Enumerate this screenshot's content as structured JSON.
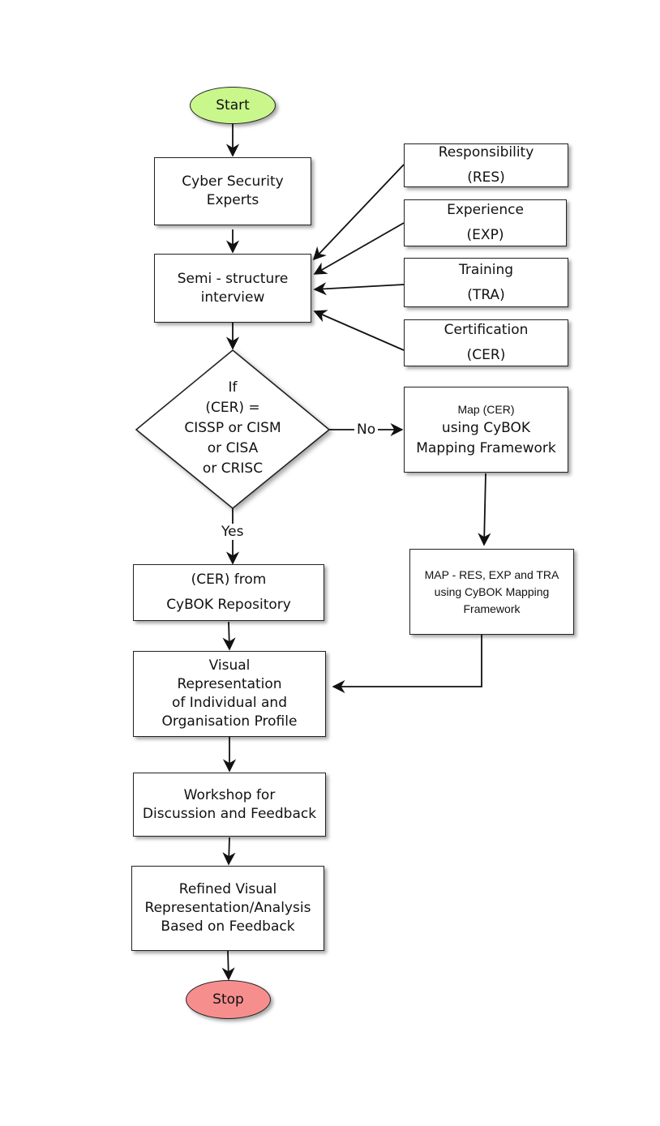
{
  "start": "Start",
  "stop": "Stop",
  "colors": {
    "start_fill": "#c9f78c",
    "stop_fill": "#f78e8e",
    "line": "#222222"
  },
  "experts": [
    "Cyber Security",
    "Experts"
  ],
  "interview": [
    "Semi - structure",
    "interview"
  ],
  "inputs": [
    {
      "title": "Responsibility",
      "code": "(RES)"
    },
    {
      "title": "Experience",
      "code": "(EXP)"
    },
    {
      "title": "Training",
      "code": "(TRA)"
    },
    {
      "title": "Certification",
      "code": "(CER)"
    }
  ],
  "decision": [
    "If",
    "(CER) =",
    "CISSP or CISM",
    "or CISA",
    "or CRISC"
  ],
  "no_label": "No",
  "yes_label": "Yes",
  "map_cer": [
    "Map (CER)",
    "using CyBOK",
    "Mapping Framework"
  ],
  "map_others": [
    "MAP -  RES, EXP and TRA",
    "using CyBOK Mapping",
    "Framework"
  ],
  "repository": [
    "(CER) from",
    "CyBOK Repository"
  ],
  "visual": [
    "Visual",
    "Representation",
    "of Individual and",
    "Organisation Profile"
  ],
  "workshop": [
    "Workshop for",
    "Discussion and Feedback"
  ],
  "refined": [
    "Refined Visual",
    "Representation/Analysis",
    "Based on Feedback"
  ]
}
